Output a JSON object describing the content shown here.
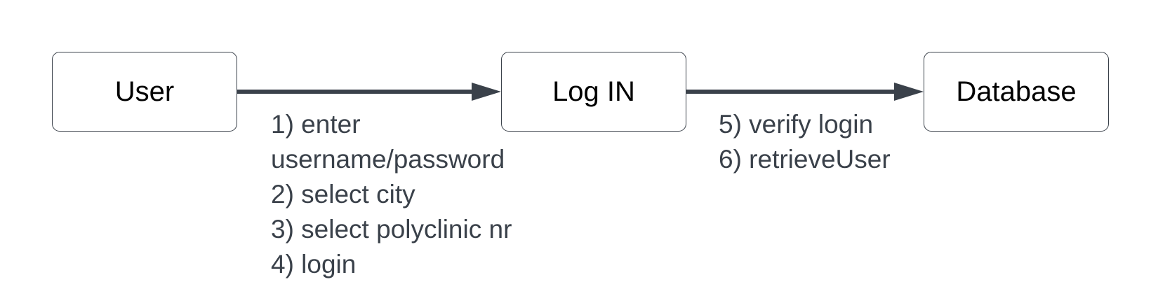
{
  "nodes": {
    "user": "User",
    "login": "Log IN",
    "database": "Database"
  },
  "edges": {
    "user_to_login": {
      "lines": [
        "1) enter",
        "username/password",
        "2) select city",
        "3) select polyclinic nr",
        "4) login"
      ]
    },
    "login_to_database": {
      "lines": [
        "5) verify login",
        "6) retrieveUser"
      ]
    }
  },
  "colors": {
    "stroke": "#3a414a",
    "text": "#000000",
    "annotation_text": "#3a414a",
    "background": "#ffffff"
  }
}
